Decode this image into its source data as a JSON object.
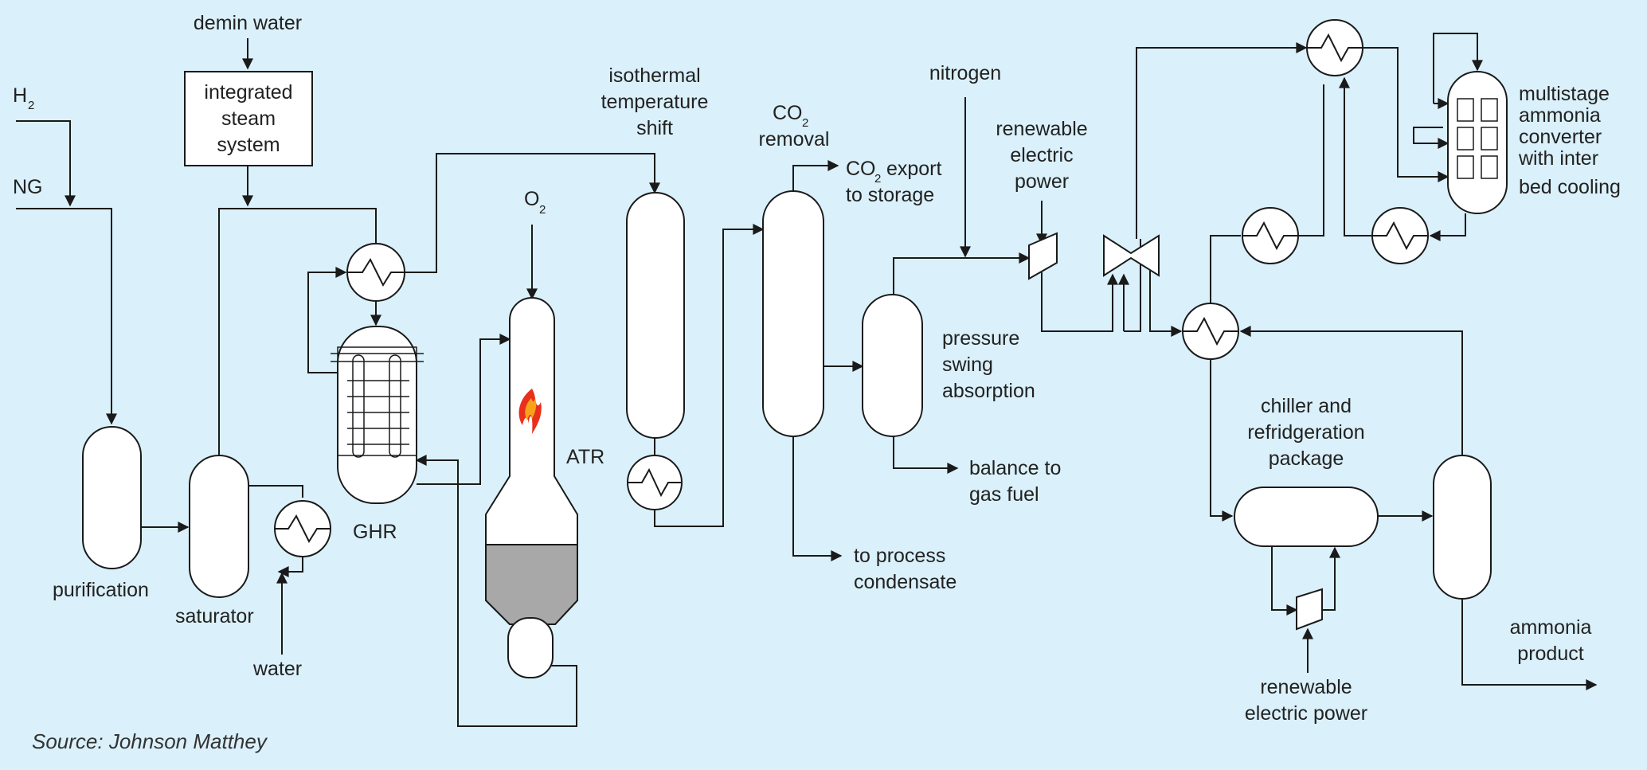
{
  "diagram": {
    "labels": {
      "demin_water": "demin water",
      "steam_line1": "integrated",
      "steam_line2": "steam",
      "steam_line3": "system",
      "h2_main": "H",
      "h2_sub": "2",
      "ng": "NG",
      "purification": "purification",
      "saturator": "saturator",
      "water": "water",
      "ghr": "GHR",
      "o2_main": "O",
      "o2_sub": "2",
      "atr": "ATR",
      "its_line1": "isothermal",
      "its_line2": "temperature",
      "its_line3": "shift",
      "co2rem_main": "CO",
      "co2rem_sub": "2",
      "co2rem_line2": "removal",
      "co2exp_main": "CO",
      "co2exp_sub": "2",
      "co2exp_rest": " export",
      "co2exp_line2": "to storage",
      "nitrogen": "nitrogen",
      "rep_line1": "renewable",
      "rep_line2": "electric",
      "rep_line3": "power",
      "psa_line1": "pressure",
      "psa_line2": "swing",
      "psa_line3": "absorption",
      "balance_line1": "balance to",
      "balance_line2": "gas fuel",
      "condensate_line1": "to process",
      "condensate_line2": "condensate",
      "chiller_line1": "chiller and",
      "chiller_line2": "refridgeration",
      "chiller_line3": "package",
      "rep2_line1": "renewable",
      "rep2_line2": "electric power",
      "conv_line1": "multistage",
      "conv_line2": "ammonia",
      "conv_line3": "converter",
      "conv_line4": "with inter",
      "conv_line5": "bed cooling",
      "ammonia_line1": "ammonia",
      "ammonia_line2": "product"
    },
    "source": "Source: Johnson Matthey",
    "colors": {
      "background": "#daf0fa",
      "line": "#1a1a1a",
      "vessel_fill": "#ffffff",
      "catalyst_bed": "#a8a8a8",
      "flame_outer": "#e8301c",
      "flame_inner": "#f7a21b"
    }
  }
}
